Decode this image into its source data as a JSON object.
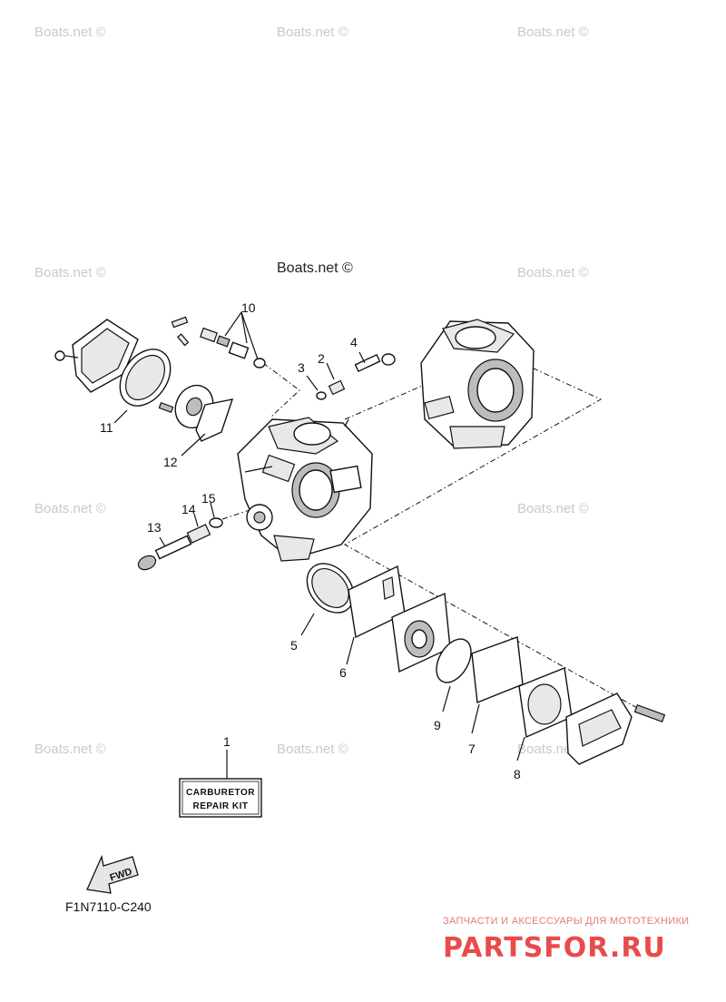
{
  "watermarks": {
    "site": "Boats.net ©",
    "center": "Boats.net ©"
  },
  "callouts": {
    "c1": "1",
    "c2": "2",
    "c3": "3",
    "c4": "4",
    "c5": "5",
    "c6": "6",
    "c7": "7",
    "c8": "8",
    "c9": "9",
    "c10": "10",
    "c11": "11",
    "c12": "12",
    "c13": "13",
    "c14": "14",
    "c15": "15"
  },
  "repair_kit": {
    "line1": "CARBURETOR",
    "line2": "REPAIR KIT"
  },
  "fwd_arrow": {
    "label": "FWD"
  },
  "diagram_code": "F1N7110-C240",
  "promo": {
    "tagline": "ЗАПЧАСТИ И АКСЕССУАРЫ ДЛЯ МОТОТЕХНИКИ",
    "brand": "PARTSFOR.RU"
  },
  "colors": {
    "line": "#111111",
    "watermark": "#c9c9c9",
    "promo": "#e94b4b"
  }
}
